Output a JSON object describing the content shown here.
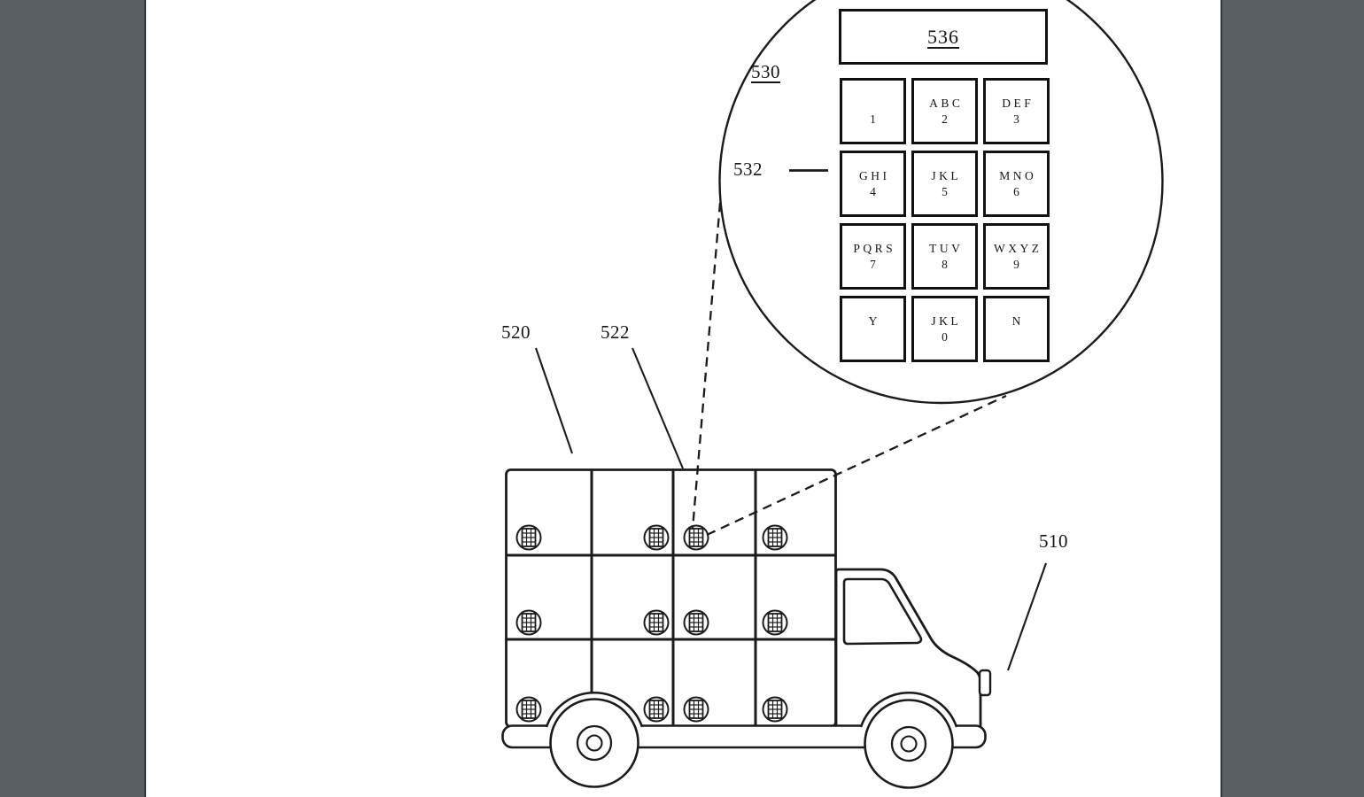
{
  "colors": {
    "background": "#5a5f64",
    "page": "#ffffff",
    "ink": "#161616"
  },
  "figure": {
    "callouts": {
      "truck": "510",
      "locker_array": "520",
      "locker_door": "522",
      "keypad_view": "530",
      "keypad": "532",
      "display": "536"
    },
    "keypad": {
      "display_label": "536",
      "keys": [
        {
          "letters": "",
          "digit": "1"
        },
        {
          "letters": "ABC",
          "digit": "2"
        },
        {
          "letters": "DEF",
          "digit": "3"
        },
        {
          "letters": "GHI",
          "digit": "4"
        },
        {
          "letters": "JKL",
          "digit": "5"
        },
        {
          "letters": "MNO",
          "digit": "6"
        },
        {
          "letters": "PQRS",
          "digit": "7"
        },
        {
          "letters": "TUV",
          "digit": "8"
        },
        {
          "letters": "WXYZ",
          "digit": "9"
        },
        {
          "letters": "Y",
          "digit": ""
        },
        {
          "letters": "JKL",
          "digit": "0"
        },
        {
          "letters": "N",
          "digit": ""
        }
      ]
    }
  }
}
